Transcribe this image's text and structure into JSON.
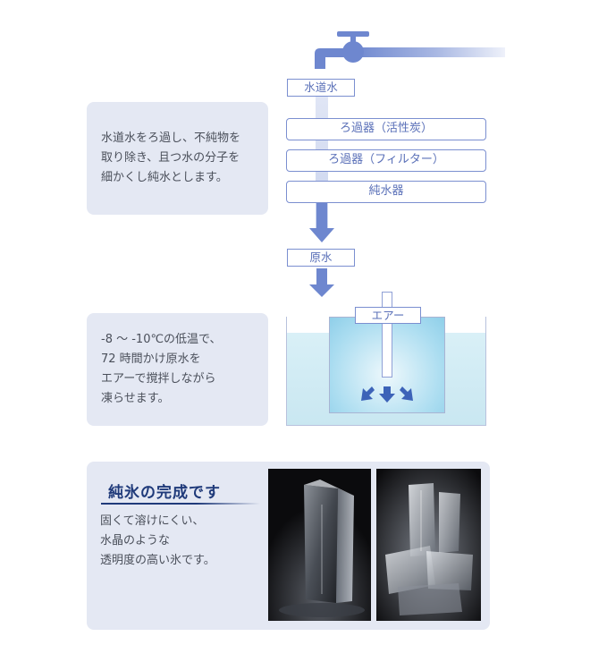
{
  "colors": {
    "accent_blue": "#6e87cf",
    "pipe_blue": "#c9d3ee",
    "label_text": "#5a70b8",
    "note_bg": "#e4e8f3",
    "water": "#d6eef6",
    "title_navy": "#1f3a7a"
  },
  "step1": {
    "note_lines": [
      "水道水をろ過し、不純物を",
      "取り除き、且つ水の分子を",
      "細かくし純水とします。"
    ],
    "tap_label": "水道水",
    "stages": [
      "ろ過器（活性炭）",
      "ろ過器（フィルター）",
      "純水器"
    ],
    "output_label": "原水"
  },
  "step2": {
    "note_lines": [
      "-8 ～ -10℃の低温で、",
      "72 時間かけ原水を",
      "エアーで撹拌しながら",
      "凍らせます。"
    ],
    "air_label": "エアー"
  },
  "final": {
    "title": "純氷の完成です",
    "lines": [
      "固くて溶けにくい、",
      "水晶のような",
      "透明度の高い氷です。"
    ]
  },
  "icons": {
    "faucet": "faucet-icon",
    "down_arrow": "down-arrow-icon",
    "air_arrows": "air-arrow-icon"
  }
}
